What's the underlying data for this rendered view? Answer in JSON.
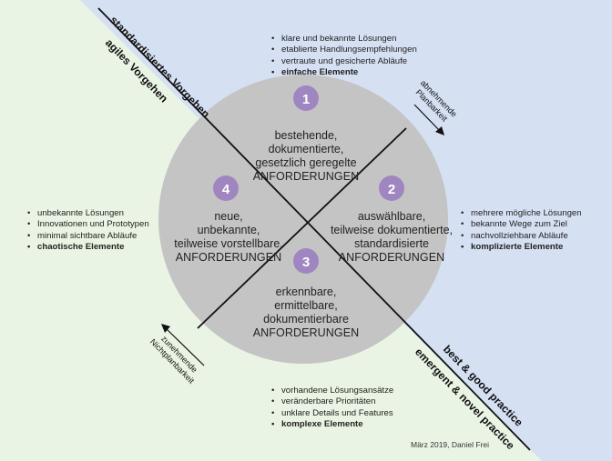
{
  "background": {
    "top_right_color": "#d6e0f3",
    "bottom_left_color": "#eaf4e4",
    "circle_color": "#c4c4c4",
    "badge_color": "#9f86c0"
  },
  "axes": {
    "top_left_upper": "standardisiertes Vorgehen",
    "top_left_lower": "agiles Vorgehen",
    "bottom_right_upper": "best & good practice",
    "bottom_right_lower": "emergent & novel practice"
  },
  "arrows": {
    "upper_right": [
      "abnehmende",
      "Planbarkeit"
    ],
    "lower_left": [
      "zunehmende",
      "Nichtplanbarkeit"
    ]
  },
  "quadrants": [
    {
      "number": "1",
      "lines": [
        "bestehende,",
        "dokumentierte,",
        "gesetzlich geregelte"
      ],
      "caps": "ANFORDERUNGEN"
    },
    {
      "number": "2",
      "lines": [
        "auswählbare,",
        "teilweise dokumentierte,",
        "standardisierte"
      ],
      "caps": "ANFORDERUNGEN"
    },
    {
      "number": "3",
      "lines": [
        "erkennbare,",
        "ermittelbare,",
        "dokumentierbare"
      ],
      "caps": "ANFORDERUNGEN"
    },
    {
      "number": "4",
      "lines": [
        "neue,",
        "unbekannte,",
        "teilweise vorstellbare,"
      ],
      "caps": "ANFORDERUNGEN"
    }
  ],
  "lists": {
    "top": [
      "klare und bekannte Lösungen",
      "etablierte Handlungsempfehlungen",
      "vertraute und gesicherte Abläufe",
      "einfache Elemente"
    ],
    "right": [
      "mehrere mögliche Lösungen",
      "bekannte Wege zum Ziel",
      "nachvollziehbare Abläufe",
      "komplizierte Elemente"
    ],
    "bottom": [
      "vorhandene Lösungsansätze",
      "veränderbare Prioritäten",
      "unklare Details und Features",
      "komplexe Elemente"
    ],
    "left": [
      "unbekannte Lösungen",
      "Innovationen und Prototypen",
      "minimal sichtbare Abläufe",
      "chaotische Elemente"
    ]
  },
  "credit": "März 2019, Daniel Frei"
}
